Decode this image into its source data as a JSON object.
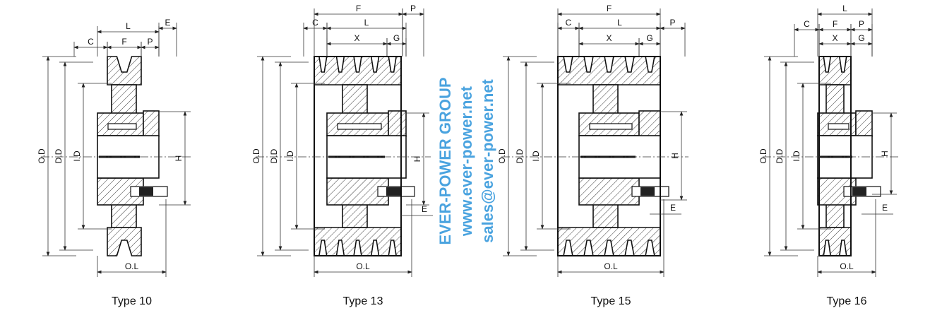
{
  "figures": [
    {
      "caption": "Type 10",
      "grooves": 1
    },
    {
      "caption": "Type 13",
      "grooves": 5
    },
    {
      "caption": "Type 15",
      "grooves": 5
    },
    {
      "caption": "Type 16",
      "grooves": 2
    }
  ],
  "dims": {
    "OD": "O.D",
    "DD": "D.D",
    "ID": "I.D",
    "H": "H",
    "OL": "O.L",
    "L": "L",
    "C": "C",
    "F": "F",
    "P": "P",
    "E": "E",
    "X": "X",
    "G": "G"
  },
  "watermark": {
    "company": "EVER-POWER GROUP",
    "website": "www.ever-power.net",
    "email": "sales@ever-power.net",
    "color": "#4aa3df"
  }
}
